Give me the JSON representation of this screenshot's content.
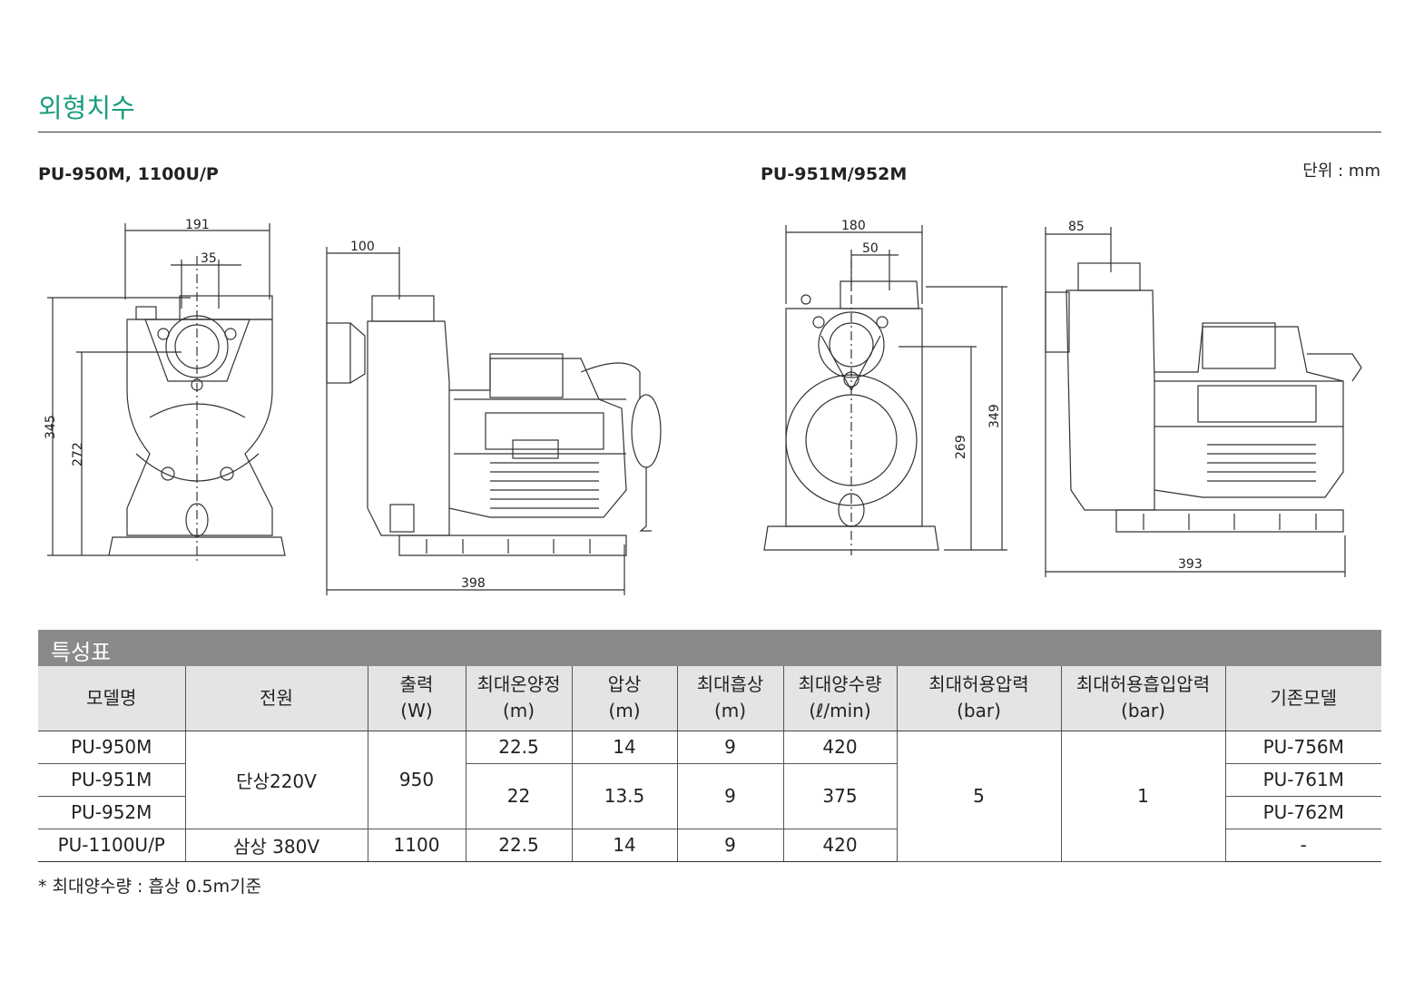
{
  "title": "외형치수",
  "unit": "단위 : mm",
  "drawings": [
    {
      "label": "PU-950M, 1100U/P",
      "front_dims": {
        "width": "191",
        "port": "35",
        "height": "345",
        "center": "272"
      },
      "side_dims": {
        "top": "100",
        "length": "398"
      }
    },
    {
      "label": "PU-951M/952M",
      "front_dims": {
        "width": "180",
        "port": "50",
        "height": "349",
        "center": "269"
      },
      "side_dims": {
        "top": "85",
        "length": "393"
      }
    }
  ],
  "spec": {
    "title": "특성표",
    "headers": [
      {
        "l1": "모델명",
        "l2": ""
      },
      {
        "l1": "전원",
        "l2": ""
      },
      {
        "l1": "출력",
        "l2": "(W)"
      },
      {
        "l1": "최대온양정",
        "l2": "(m)"
      },
      {
        "l1": "압상",
        "l2": "(m)"
      },
      {
        "l1": "최대흡상",
        "l2": "(m)"
      },
      {
        "l1": "최대양수량",
        "l2": "(ℓ/min)"
      },
      {
        "l1": "최대허용압력",
        "l2": "(bar)"
      },
      {
        "l1": "최대허용흡입압력",
        "l2": "(bar)"
      },
      {
        "l1": "기존모델",
        "l2": ""
      }
    ],
    "models": [
      "PU-950M",
      "PU-951M",
      "PU-952M",
      "PU-1100U/P"
    ],
    "power_single": "단상220V",
    "power_three": "삼상 380V",
    "output_single": "950",
    "output_three": "1100",
    "head": {
      "r1": "22.5",
      "r23": "22",
      "r4": "22.5"
    },
    "pressure_head": {
      "r1": "14",
      "r23": "13.5",
      "r4": "14"
    },
    "suction": {
      "r1": "9",
      "r23": "9",
      "r4": "9"
    },
    "flow": {
      "r1": "420",
      "r23": "375",
      "r4": "420"
    },
    "max_pressure": "5",
    "max_suction_pressure": "1",
    "old_models": [
      "PU-756M",
      "PU-761M",
      "PU-762M",
      "-"
    ]
  },
  "note": "* 최대양수량 : 흡상 0.5m기준"
}
